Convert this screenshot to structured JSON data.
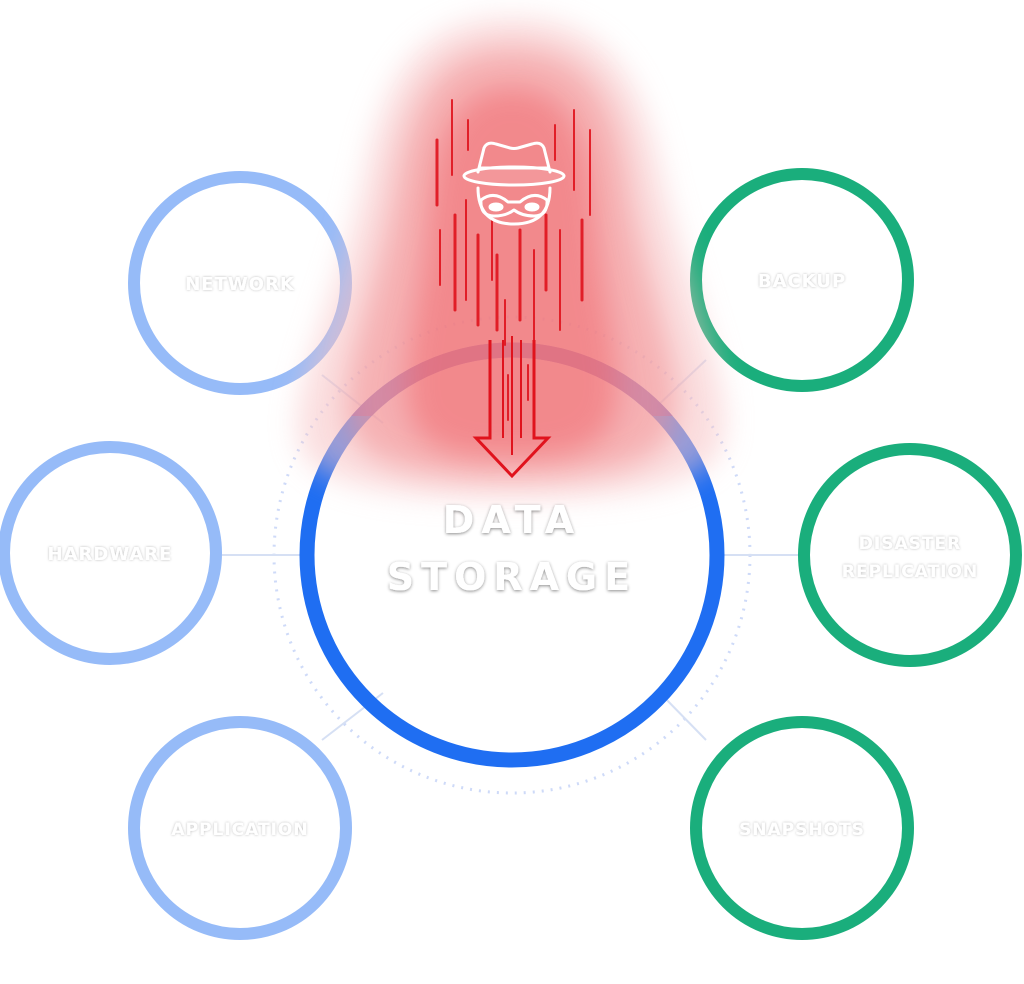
{
  "center": {
    "title_line1": "DATA",
    "title_line2": "STORAGE"
  },
  "threat": {
    "icon": "hacker-spy-icon"
  },
  "left_nodes": [
    {
      "label": "NETWORK"
    },
    {
      "label": "HARDWARE"
    },
    {
      "label": "APPLICATION"
    }
  ],
  "right_nodes": [
    {
      "label": "BACKUP"
    },
    {
      "label_line1": "DISASTER",
      "label_line2": "REPLICATION"
    },
    {
      "label": "SNAPSHOTS"
    }
  ],
  "colors": {
    "center_ring": "#1f6ef2",
    "center_ring_top": "#5b42b6",
    "left_ring": "#96bbf8",
    "right_ring": "#1aae7c",
    "threat_red": "#e0131d",
    "threat_glow": "#f05a5f"
  }
}
